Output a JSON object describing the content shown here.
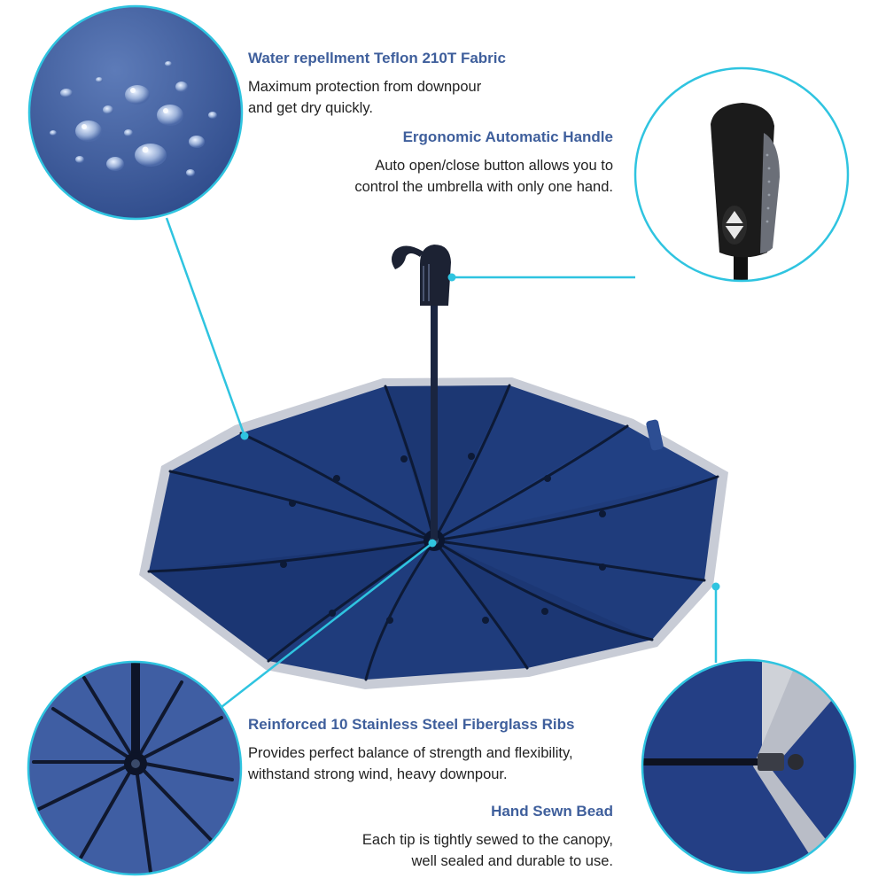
{
  "features": [
    {
      "id": "fabric",
      "title": "Water repellment Teflon 210T Fabric",
      "lines": [
        "Maximum protection from downpour",
        "and get dry quickly."
      ]
    },
    {
      "id": "handle",
      "title": "Ergonomic Automatic Handle",
      "lines": [
        "Auto open/close button allows you to",
        "control the umbrella with only one hand."
      ]
    },
    {
      "id": "ribs",
      "title": "Reinforced 10 Stainless Steel Fiberglass Ribs",
      "lines": [
        "Provides perfect balance of strength and flexibility,",
        "withstand strong wind, heavy downpour."
      ]
    },
    {
      "id": "bead",
      "title": "Hand Sewn Bead",
      "lines": [
        "Each tip is tightly sewed to the canopy,",
        "well sealed and durable to use."
      ]
    }
  ],
  "colors": {
    "accent": "#2fc4e0",
    "canopy": "#1d3a78",
    "canopy_dark": "#142a5c",
    "trim": "#c8ccd6",
    "title_text": "#3f5f9c",
    "body_text": "#222222"
  }
}
